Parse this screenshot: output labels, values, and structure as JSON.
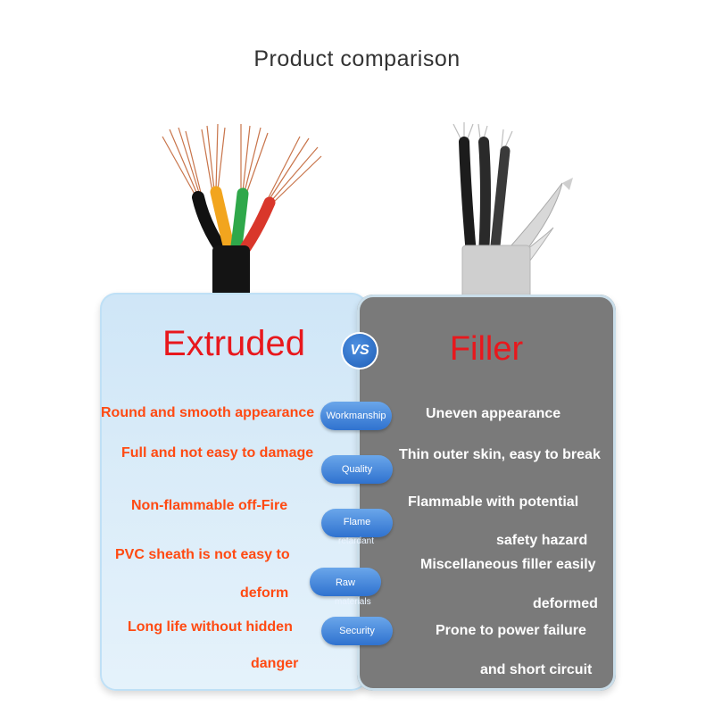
{
  "title": "Product comparison",
  "left": {
    "heading": "Extruded",
    "points": [
      "Round and smooth appearance",
      "Full and not easy to damage",
      "Non-flammable off-Fire",
      "PVC sheath is not easy to",
      "deform",
      "Long life without hidden",
      "danger"
    ]
  },
  "vs": "VS",
  "right": {
    "heading": "Filler",
    "points": [
      "Uneven appearance",
      "Thin outer skin, easy to break",
      "Flammable with potential",
      "safety hazard",
      "Miscellaneous filler easily",
      "deformed",
      "Prone to power failure",
      "and short circuit"
    ]
  },
  "criteria": {
    "workmanship": "Workmanship",
    "quality": "Quality",
    "flame_1": "Flame",
    "flame_2": "retardant",
    "raw_1": "Raw",
    "raw_2": "materials",
    "security": "Security"
  }
}
